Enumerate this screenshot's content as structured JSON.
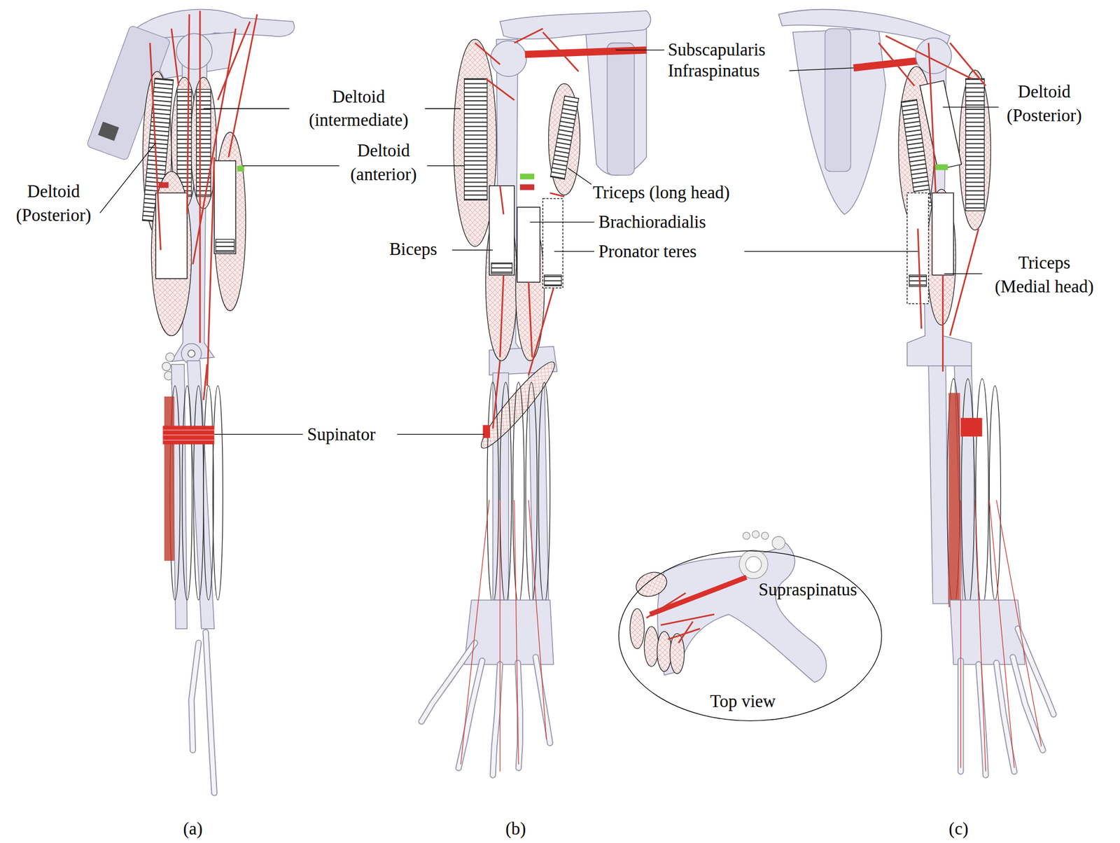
{
  "diagram": {
    "nodes": [
      {
        "text": [
          "Supraspinatus",
          "Top view"
        ]
      }
    ],
    "labels": [
      "Subscapularis",
      "Infraspinatus",
      "Deltoid (intermediate)",
      "Deltoid (Posterior)",
      "Deltoid (anterior)",
      "Deltoid (Posterior)",
      "Triceps (long head)",
      "Brachioradialis",
      "Biceps",
      "Pronator teres",
      "Triceps (Medial head)",
      "Supinator",
      "(a)",
      "(b)",
      "(c)"
    ]
  }
}
